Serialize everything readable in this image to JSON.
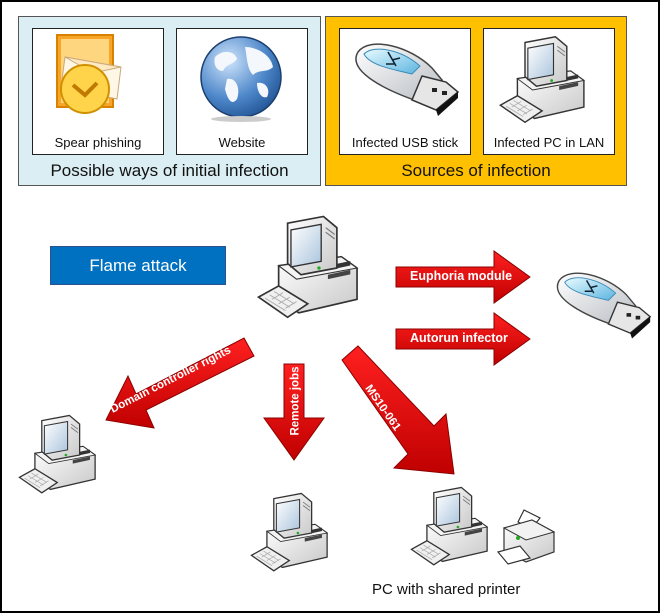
{
  "top_groups": [
    {
      "title": "Possible ways of initial infection",
      "color": "#dbeef3",
      "cards": [
        {
          "label": "Spear phishing",
          "icon": "outlook-envelope-icon"
        },
        {
          "label": "Website",
          "icon": "globe-icon"
        }
      ]
    },
    {
      "title": "Sources of infection",
      "color": "#ffc000",
      "cards": [
        {
          "label": "Infected USB stick",
          "icon": "usb-stick-icon"
        },
        {
          "label": "Infected PC in LAN",
          "icon": "computer-icon"
        }
      ]
    }
  ],
  "diagram": {
    "title": "Flame attack",
    "title_color": "#0070c0",
    "arrow_color": "#e00000",
    "arrows": [
      {
        "label": "Euphoria module",
        "direction": "right",
        "target": "usb-stick"
      },
      {
        "label": "Autorun infector",
        "direction": "right",
        "target": "usb-stick"
      },
      {
        "label": "Domain controller rights",
        "direction": "down-left",
        "target": "domain-controller-pc"
      },
      {
        "label": "Remote jobs",
        "direction": "down",
        "target": "remote-pc"
      },
      {
        "label": "MS10-061",
        "direction": "down-right",
        "target": "pc-with-printer"
      }
    ],
    "nodes": [
      {
        "id": "infected-pc",
        "icon": "computer-icon"
      },
      {
        "id": "usb-stick",
        "icon": "usb-stick-icon"
      },
      {
        "id": "domain-controller-pc",
        "icon": "computer-icon"
      },
      {
        "id": "remote-pc",
        "icon": "computer-icon"
      },
      {
        "id": "pc-with-printer",
        "icon": "computer-printer-icon",
        "caption": "PC with shared printer"
      }
    ]
  }
}
